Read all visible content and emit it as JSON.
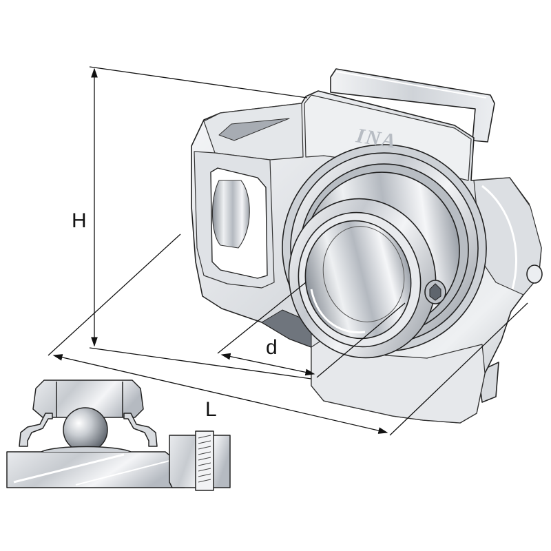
{
  "brand": {
    "logo": "INA"
  },
  "dimensions": {
    "height": "H",
    "bore": "d",
    "length": "L"
  },
  "colors": {
    "line": "#111111",
    "metal_light": "#f4f5f7",
    "metal_mid": "#c3c7cd",
    "metal_dark": "#7d838b"
  }
}
